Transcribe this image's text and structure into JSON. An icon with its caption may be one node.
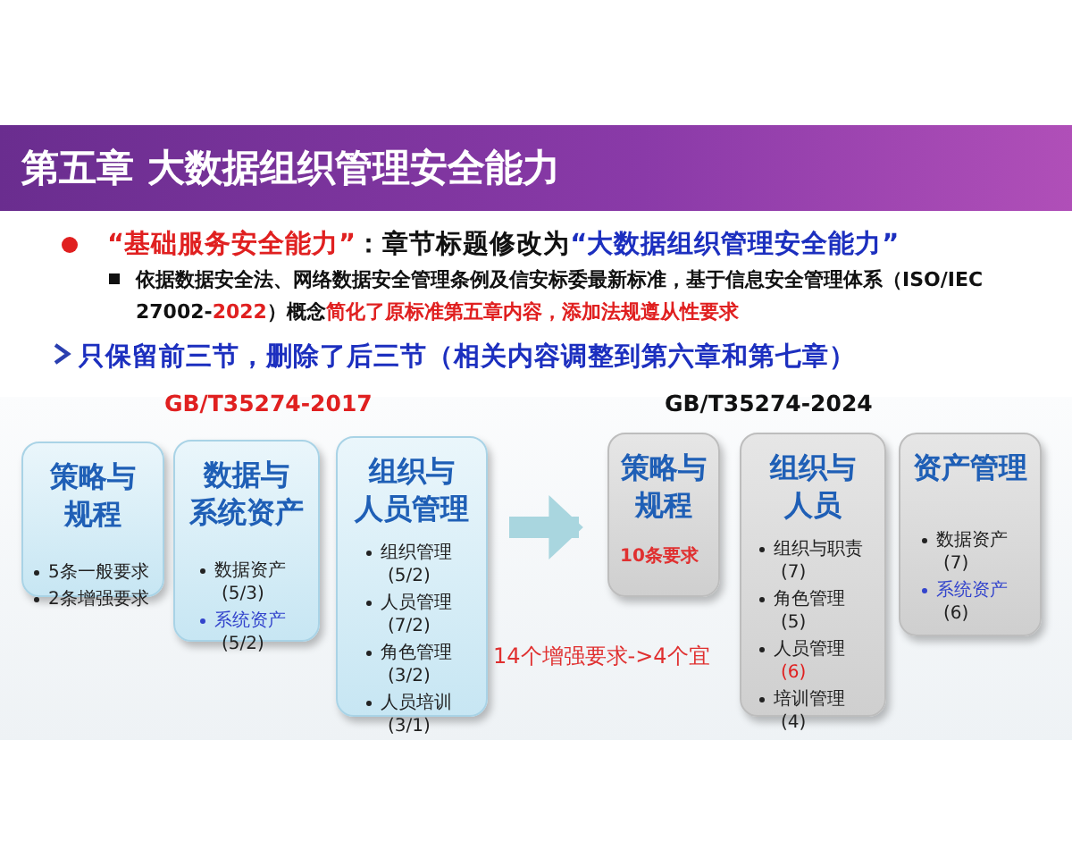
{
  "diagram": {
    "title": "第五章 大数据组织管理安全能力",
    "nodes": [
      {
        "text": [
          "策略与规程",
          "5条一般要求",
          "2条增强要求"
        ]
      },
      {
        "text": [
          "数据与系统资产",
          "数据资产 (5/3)",
          "系统资产 (5/2)"
        ]
      },
      {
        "text": [
          "组织与人员管理",
          "组织管理 (5/2)",
          "人员管理 (7/2)",
          "角色管理 (3/2)",
          "人员培训 (3/1)"
        ]
      },
      {
        "text": [
          "策略与规程",
          "10条要求"
        ]
      },
      {
        "text": [
          "组织与人员",
          "组织与职责 (7)",
          "角色管理 (5)",
          "人员管理 (6)",
          "培训管理 (4)"
        ]
      },
      {
        "text": [
          "资产管理",
          "数据资产 (7)",
          "系统资产 (6)"
        ]
      }
    ],
    "edges": [
      {
        "from": 2,
        "to": 3,
        "arrow": "to"
      }
    ],
    "labels": [
      "“基础服务安全能力”",
      "：章节标题修改为",
      "“大数据组织管理安全能力”",
      "依据数据安全法、网络数据安全管理条例及信安标委最新标准，基于信息安全管理体系（ISO/IEC 27002-",
      "2022",
      "）概念",
      "简化了原标准第五章内容，添加法规遵从性要求",
      "只保留前三节，删除了后三节（相关内容调整到第六章和第七章）",
      "GB/T35274-2017",
      "GB/T35274-2024",
      "14个增强要求->4个宜"
    ]
  }
}
